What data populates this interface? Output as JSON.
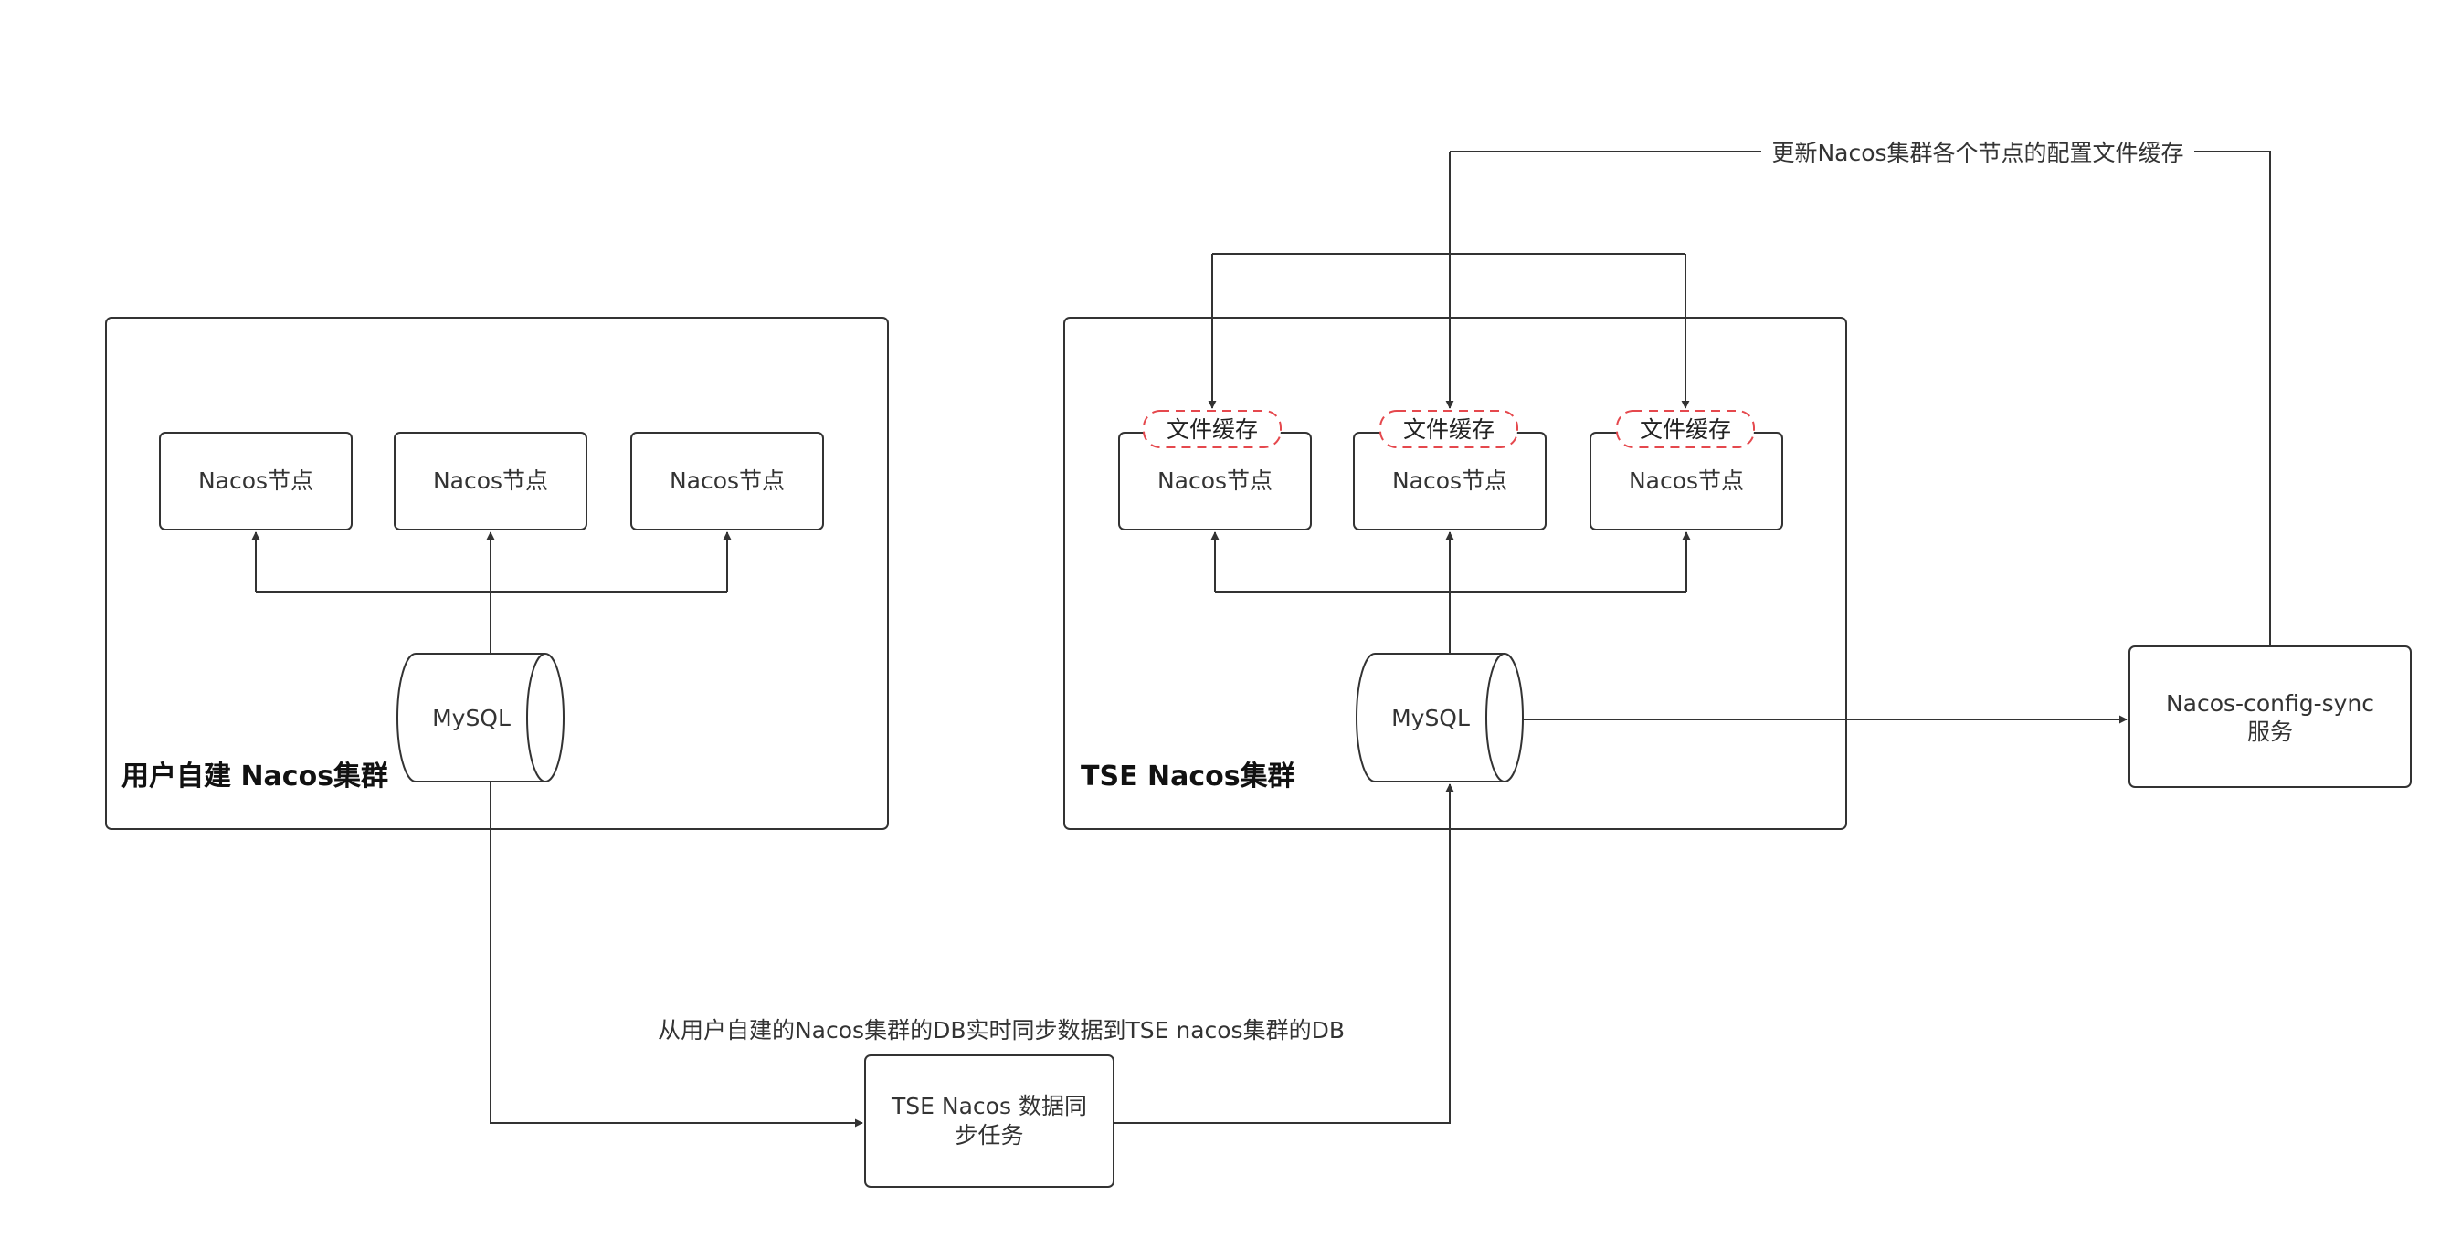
{
  "user_cluster": {
    "title": "用户自建 Nacos集群",
    "nodes": [
      "Nacos节点",
      "Nacos节点",
      "Nacos节点"
    ],
    "db": "MySQL"
  },
  "tse_cluster": {
    "title": "TSE Nacos集群",
    "nodes": [
      "Nacos节点",
      "Nacos节点",
      "Nacos节点"
    ],
    "cache": [
      "文件缓存",
      "文件缓存",
      "文件缓存"
    ],
    "db": "MySQL"
  },
  "sync_service": {
    "line1": "Nacos-config-sync",
    "line2": "服务"
  },
  "sync_task": {
    "line1": "TSE Nacos 数据同",
    "line2": "步任务"
  },
  "edge_labels": {
    "update_cache": "更新Nacos集群各个节点的配置文件缓存",
    "realtime_sync": "从用户自建的Nacos集群的DB实时同步数据到TSE nacos集群的DB"
  },
  "colors": {
    "stroke": "#333333",
    "cache_border": "#e5484d"
  }
}
